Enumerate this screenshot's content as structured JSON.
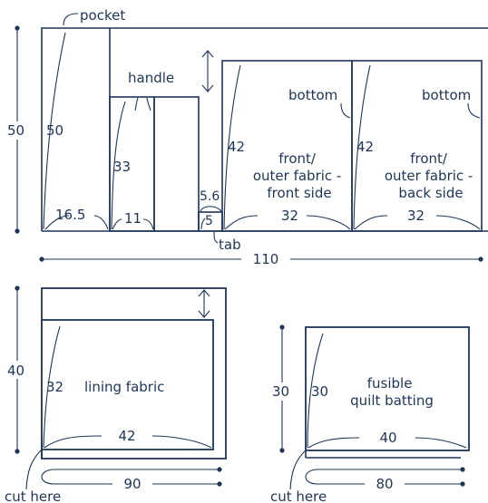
{
  "labels": {
    "pocket": "pocket",
    "handle": "handle",
    "bottom_1": "bottom",
    "bottom_2": "bottom",
    "tab": "tab",
    "front_panel": [
      "front/",
      "outer fabric -",
      "front side"
    ],
    "back_panel": [
      "front/",
      "outer fabric -",
      "back side"
    ],
    "lining": "lining fabric",
    "batting": [
      "fusible",
      "quilt batting"
    ],
    "cut_here_1": "cut here",
    "cut_here_2": "cut here"
  },
  "dimensions": {
    "outer_height": "50",
    "pocket_height": "50",
    "pocket_width": "16.5",
    "handle_height": "33",
    "handle_width": "11",
    "tab_height": "5.6",
    "tab_width": "5",
    "front_height": "42",
    "front_width": "32",
    "back_height": "42",
    "back_width": "32",
    "outer_total_width": "110",
    "lining_outer_height": "40",
    "lining_height": "32",
    "lining_width": "42",
    "lining_total_width": "90",
    "batting_outer_height": "30",
    "batting_height": "30",
    "batting_width": "40",
    "batting_total_width": "80"
  }
}
